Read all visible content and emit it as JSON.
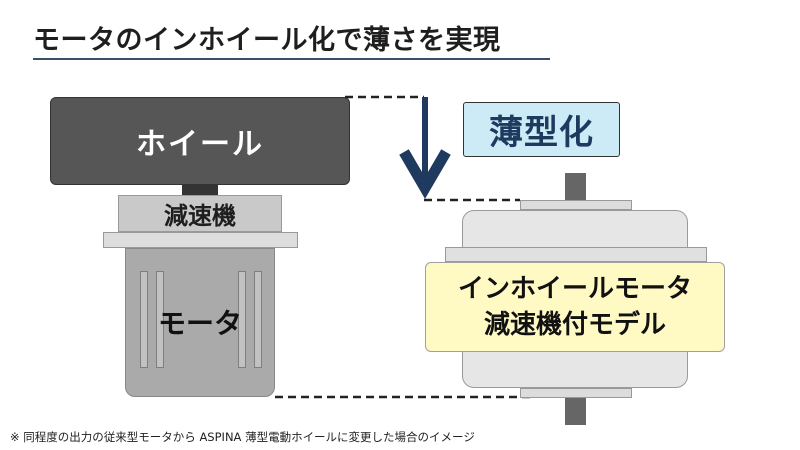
{
  "title": "モータのインホイール化で薄さを実現",
  "conventional": {
    "wheel_label": "ホイール",
    "reducer_label": "減速機",
    "motor_label": "モータ"
  },
  "thin_label": "薄型化",
  "inwheel": {
    "label_line1": "インホイールモータ",
    "label_line2": "減速機付モデル"
  },
  "footnote": "※ 同程度の出力の従来型モータから ASPINA 薄型電動ホイールに変更した場合のイメージ",
  "colors": {
    "accent_navy": "#1f3a5f",
    "wheel_gray": "#565656",
    "thin_label_bg": "#cdeaf7",
    "inwheel_label_bg": "#fff9c4"
  }
}
